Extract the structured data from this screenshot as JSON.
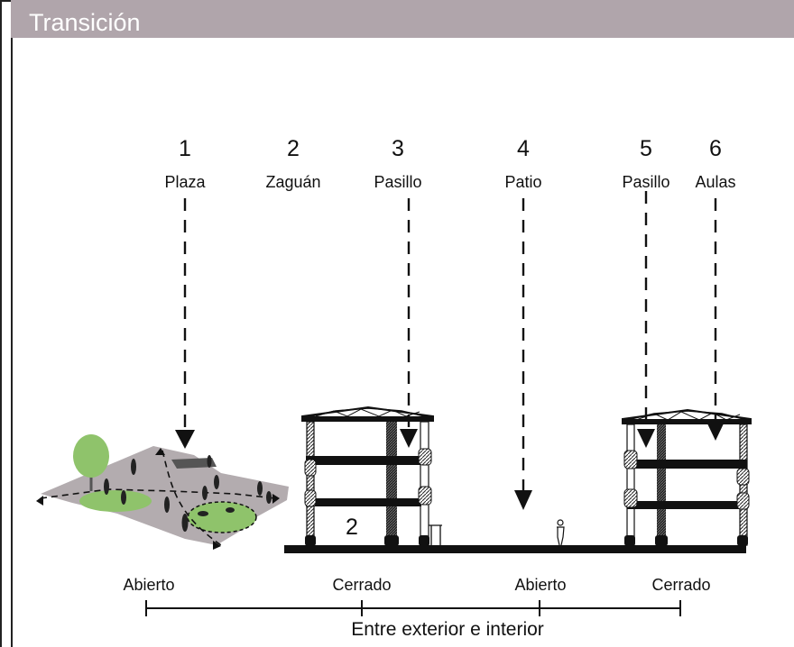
{
  "header": {
    "title": "Transición"
  },
  "zones": [
    {
      "number": "1",
      "name": "Plaza"
    },
    {
      "number": "2",
      "name": "Zaguán"
    },
    {
      "number": "3",
      "name": "Pasillo"
    },
    {
      "number": "4",
      "name": "Patio"
    },
    {
      "number": "5",
      "name": "Pasillo"
    },
    {
      "number": "6",
      "name": "Aulas"
    }
  ],
  "building_label": "2",
  "scale": {
    "labels": [
      "Abierto",
      "Cerrado",
      "Abierto",
      "Cerrado"
    ],
    "caption": "Entre exterior e interior"
  }
}
